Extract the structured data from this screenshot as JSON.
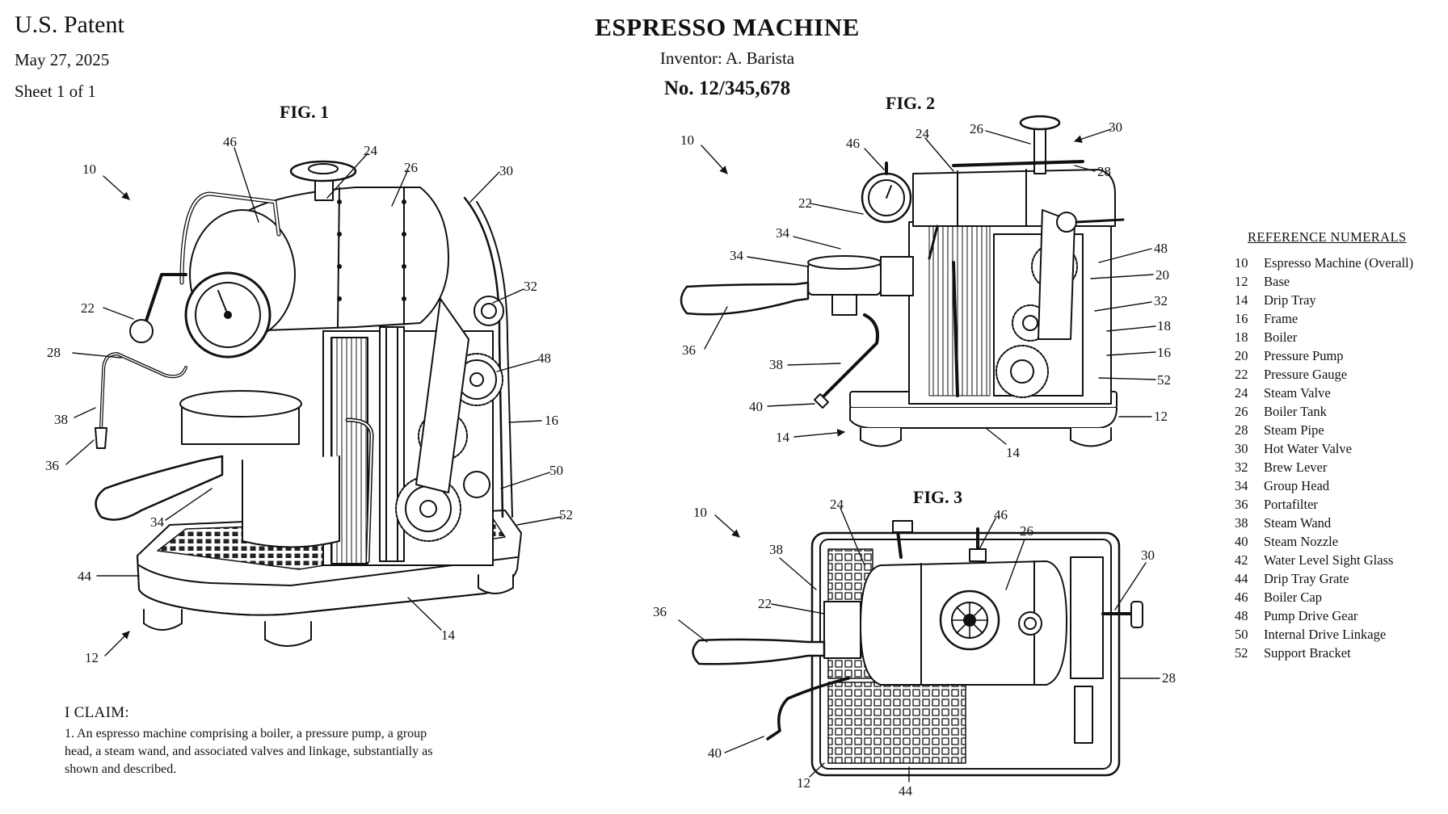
{
  "header": {
    "office": "U.S. Patent",
    "date": "May 27, 2025",
    "sheet": "Sheet 1 of 1",
    "title": "ESPRESSO MACHINE",
    "inventor": "Inventor:  A. Barista",
    "patent_number": "No. 12/345,678"
  },
  "figures": {
    "fig1": {
      "title": "FIG. 1",
      "labels": [
        "46",
        "24",
        "26",
        "30",
        "10",
        "22",
        "32",
        "28",
        "48",
        "38",
        "16",
        "36",
        "50",
        "34",
        "52",
        "44",
        "14",
        "12"
      ]
    },
    "fig2": {
      "title": "FIG. 2",
      "labels": [
        "26",
        "30",
        "10",
        "46",
        "24",
        "28",
        "22",
        "34",
        "48",
        "34",
        "20",
        "32",
        "36",
        "18",
        "16",
        "38",
        "52",
        "40",
        "12",
        "14",
        "14"
      ]
    },
    "fig3": {
      "title": "FIG. 3",
      "labels": [
        "10",
        "24",
        "46",
        "26",
        "38",
        "30",
        "22",
        "36",
        "28",
        "40",
        "12",
        "44"
      ]
    }
  },
  "references": {
    "heading": "REFERENCE NUMERALS",
    "items": [
      {
        "num": "10",
        "label": "Espresso Machine (Overall)"
      },
      {
        "num": "12",
        "label": "Base"
      },
      {
        "num": "14",
        "label": "Drip Tray"
      },
      {
        "num": "16",
        "label": "Frame"
      },
      {
        "num": "18",
        "label": "Boiler"
      },
      {
        "num": "20",
        "label": "Pressure Pump"
      },
      {
        "num": "22",
        "label": "Pressure Gauge"
      },
      {
        "num": "24",
        "label": "Steam Valve"
      },
      {
        "num": "26",
        "label": "Boiler Tank"
      },
      {
        "num": "28",
        "label": "Steam Pipe"
      },
      {
        "num": "30",
        "label": "Hot Water Valve"
      },
      {
        "num": "32",
        "label": "Brew Lever"
      },
      {
        "num": "34",
        "label": "Group Head"
      },
      {
        "num": "36",
        "label": "Portafilter"
      },
      {
        "num": "38",
        "label": "Steam Wand"
      },
      {
        "num": "40",
        "label": "Steam Nozzle"
      },
      {
        "num": "42",
        "label": "Water Level Sight Glass"
      },
      {
        "num": "44",
        "label": "Drip Tray Grate"
      },
      {
        "num": "46",
        "label": "Boiler Cap"
      },
      {
        "num": "48",
        "label": "Pump Drive Gear"
      },
      {
        "num": "50",
        "label": "Internal Drive Linkage"
      },
      {
        "num": "52",
        "label": "Support Bracket"
      }
    ]
  },
  "claim": {
    "heading": "I CLAIM:",
    "text": "1. An espresso machine comprising a boiler, a pressure pump, a group head, a steam wand, and associated valves and linkage, substantially as shown and described."
  },
  "colors": {
    "ink": "#111111",
    "paper": "#ffffff"
  }
}
